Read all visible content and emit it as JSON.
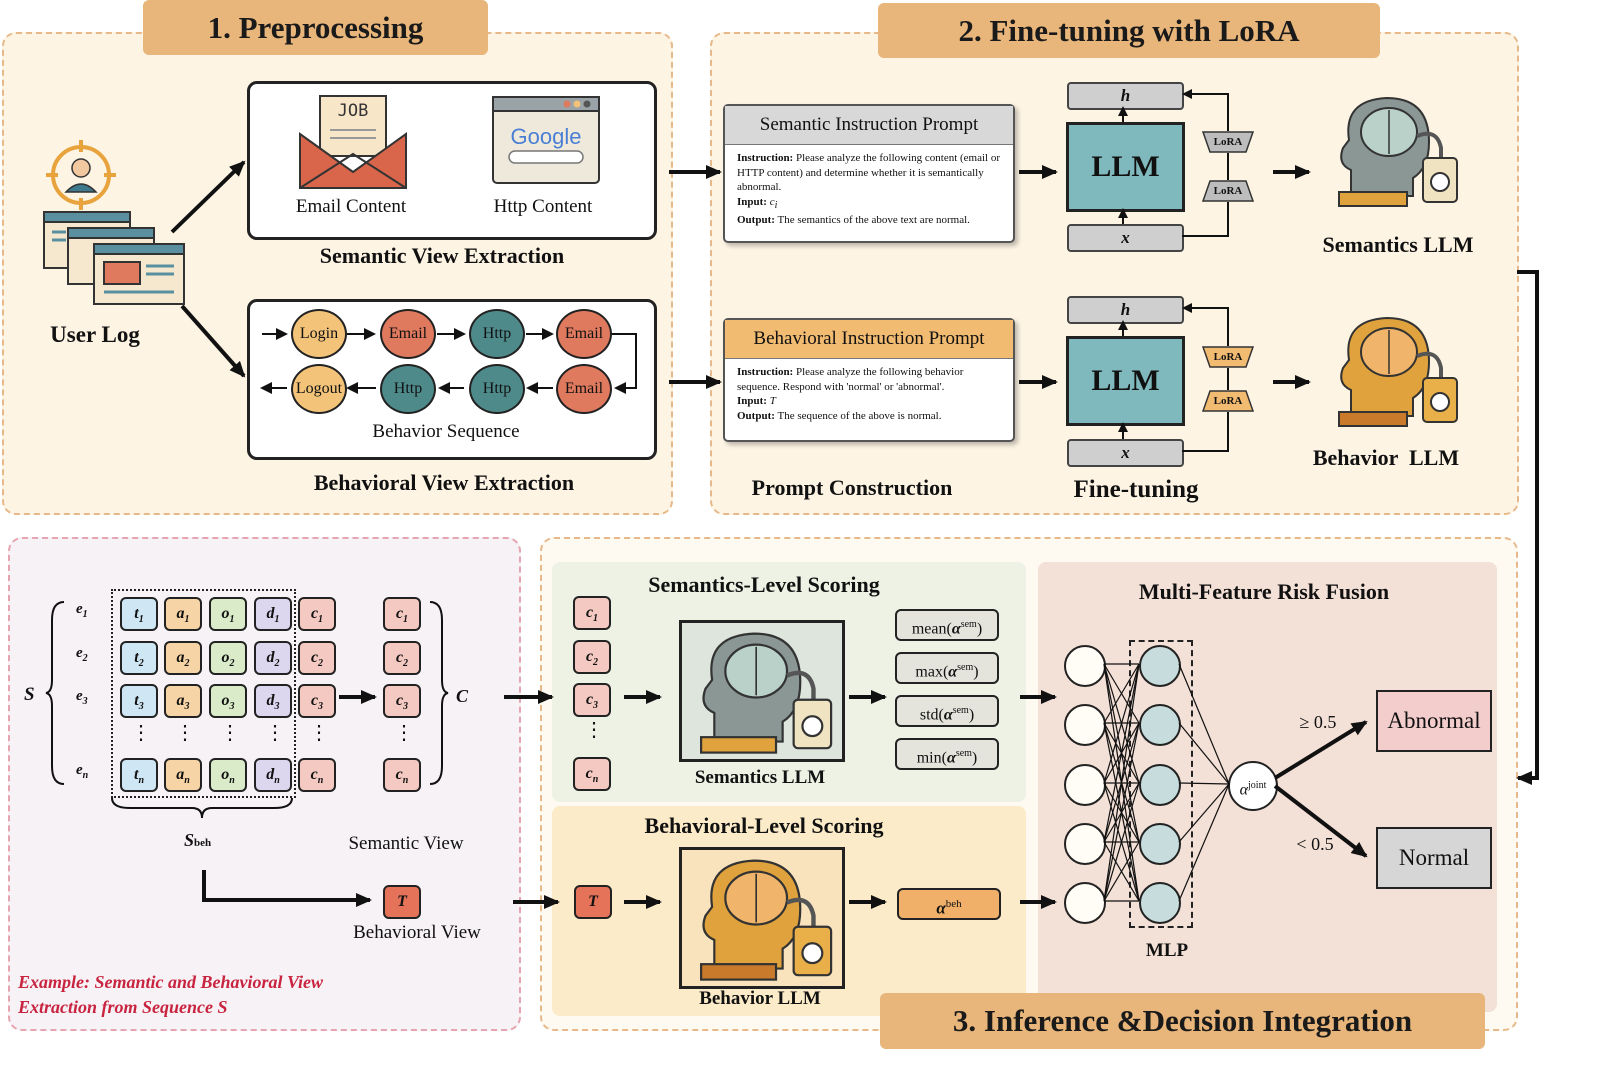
{
  "sections": {
    "preprocessing": "1. Preprocessing",
    "finetuning": "2. Fine-tuning with LoRA",
    "inference": "3. Inference &Decision Integration"
  },
  "preprocessing": {
    "user_log": "User Log",
    "email_content": "Email Content",
    "http_content": "Http Content",
    "semantic_view_extraction": "Semantic View Extraction",
    "behavior_sequence": "Behavior Sequence",
    "behavioral_view_extraction": "Behavioral View Extraction",
    "job_text": "JOB",
    "google_text": "Google",
    "sequence_nodes": [
      {
        "label": "Login",
        "color": "#f3c37a"
      },
      {
        "label": "Email",
        "color": "#e07a5f"
      },
      {
        "label": "Http",
        "color": "#4f8a8b"
      },
      {
        "label": "Email",
        "color": "#e07a5f"
      },
      {
        "label": "Email",
        "color": "#e07a5f"
      },
      {
        "label": "Http",
        "color": "#4f8a8b"
      },
      {
        "label": "Http",
        "color": "#4f8a8b"
      },
      {
        "label": "Logout",
        "color": "#f3c37a"
      }
    ]
  },
  "finetuning": {
    "semantic_prompt": {
      "title": "Semantic Instruction Prompt",
      "instruction_label": "Instruction:",
      "instruction": "Please analyze the following content (email or HTTP content) and determine whether it is semantically abnormal.",
      "input_label": "Input:",
      "input": "ci",
      "output_label": "Output:",
      "output": "The semantics of the above text are normal."
    },
    "behavioral_prompt": {
      "title": "Behavioral Instruction Prompt",
      "instruction_label": "Instruction:",
      "instruction": "Please analyze the following behavior sequence. Respond with 'normal' or 'abnormal'.",
      "input_label": "Input:",
      "input": "T",
      "output_label": "Output:",
      "output": "The sequence of the above is normal."
    },
    "h_label": "h",
    "x_label": "x",
    "llm_label": "LLM",
    "lora_label": "LoRA",
    "semantics_llm": "Semantics LLM",
    "behavior_llm": "Behavior  LLM",
    "prompt_construction": "Prompt Construction",
    "fine_tuning": "Fine-tuning"
  },
  "example": {
    "s_label": "S",
    "c_label": "C",
    "rows": [
      {
        "e": "e1",
        "t": "t1",
        "a": "a1",
        "o": "o1",
        "d": "d1",
        "c": "c1"
      },
      {
        "e": "e2",
        "t": "t2",
        "a": "a2",
        "o": "o2",
        "d": "d2",
        "c": "c2"
      },
      {
        "e": "e3",
        "t": "t3",
        "a": "a3",
        "o": "o3",
        "d": "d3",
        "c": "c3"
      },
      {
        "e": "en",
        "t": "tn",
        "a": "an",
        "o": "on",
        "d": "dn",
        "c": "cn"
      }
    ],
    "sbeh_label": "Sbeh",
    "semantic_view": "Semantic View",
    "behavioral_view": "Behavioral View",
    "t_token": "T",
    "caption_line1": "Example: Semantic and Behavioral View",
    "caption_line2": "Extraction from Sequence S",
    "ellipsis": "⋮"
  },
  "inference": {
    "semantics_scoring": "Semantics-Level Scoring",
    "behavioral_scoring": "Behavioral-Level Scoring",
    "semantics_llm": "Semantics LLM",
    "behavior_llm": "Behavior LLM",
    "c_tokens": [
      "c1",
      "c2",
      "c3",
      "cn"
    ],
    "stats": [
      "mean(",
      "max(",
      "std(",
      "min("
    ],
    "alpha_sem_sup": "sem",
    "alpha_beh_sup": "beh",
    "alpha": "α",
    "t_token": "T",
    "fusion_title": "Multi-Feature Risk Fusion",
    "mlp_label": "MLP",
    "alpha_joint_sup": "joint",
    "ge_threshold": "≥ 0.5",
    "lt_threshold": "< 0.5",
    "abnormal": "Abnormal",
    "normal": "Normal",
    "abnormal_color": "#f3cccc",
    "normal_color": "#d6d6d6"
  }
}
